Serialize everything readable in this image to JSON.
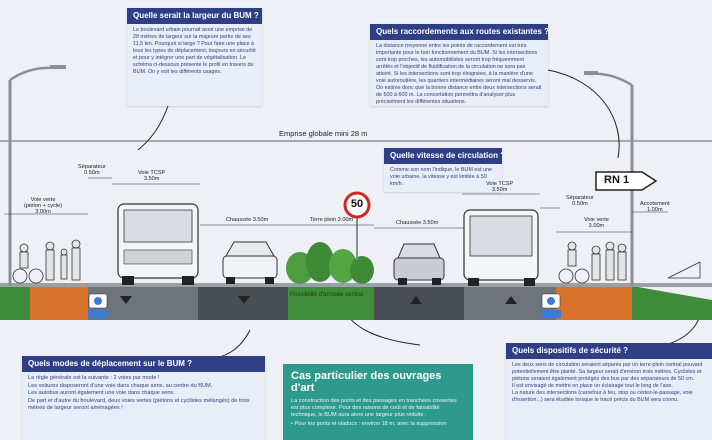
{
  "boxes": {
    "largeur": {
      "title": "Quelle serait la largeur du BUM ?",
      "text": "Le boulevard urbain pourrait avoir une emprise de 28 mètres de largeur sur la majeure partie de ses 11,5 km. Pourquoi si large ? Pour faire une place à tous les types de déplacement, toujours en sécurité et pour y intégrer une part de végétalisation. Le schéma ci-dessous présente le profil en travers du BUM. On y voit les différents usages."
    },
    "raccordements": {
      "title": "Quels raccordements aux routes existantes ?",
      "text": "La distance moyenne entre les points de raccordement est très importante pour le bon fonctionnement du BUM. Si les intersections sont trop proches, les automobilistes seront trop fréquemment arrêtés et l'objectif de fluidification de la circulation ne sera pas atteint. Si les intersections sont trop éloignées, à la manière d'une voie autoroutière, les quartiers intermédiaires seront mal desservis. On estime donc que la bonne distance entre deux intersections serait de 500 à 600 m. La concertation permettra d'analyser plus précisément les différentes situations."
    },
    "vitesse": {
      "title": "Quelle vitesse de circulation ?",
      "text": "Comme son nom l'indique, le BUM est une voie urbaine, la vitesse y est limitée à 50 km/h."
    },
    "modes": {
      "title": "Quels modes de déplacement sur le BUM ?",
      "lines": [
        "La règle générale est la suivante : 2 voies par mode !",
        "Les voitures disposeront d'une voie dans chaque sens, au centre du BUM.",
        "Les autobus auront également une voie dans chaque sens.",
        "De part et d'autre du boulevard, deux voies vertes (piétons et cyclistes mélangés) de trois mètres de largeur seront aménagées !"
      ]
    },
    "securite": {
      "title": "Quels dispositifs de sécurité ?",
      "lines": [
        "Les deux sens de circulation seraient séparés par un terre-plein central pouvant potentiellement être planté. Sa largeur serait d'environ trois mètres. Cyclistes et piétons seraient également protégés des bus par des séparateurs de 50 cm.",
        "Il est envisagé de mettre en place un éclairage tout le long de l'axe.",
        "La nature des intersections (carrefour à feu, stop ou cédez-le-passage, voie d'insertion...) sera étudiée lorsque le tracé précis du BUM sera connu."
      ]
    },
    "ouvrages": {
      "title": "Cas particulier des ouvrages d'art",
      "text": "La construction des ponts et des passages en tranchées couvertes est plus complexe. Pour des raisons de coût et de faisabilité technique, le BUM aura alors une largeur plus réduite :",
      "bullet": "• Pour les ponts et viaducs : environ 18 m, avec la suppression"
    }
  },
  "diagram": {
    "emprise": "Emprise globale mini 28 m",
    "rn1": "RN 1",
    "speed": "50",
    "terre_plein_note": "Possibilité d'arrosée central",
    "labels": {
      "separateur_left": [
        "Séparateur",
        "0.50m"
      ],
      "voie_tcsp_left": [
        "Voie TCSP",
        "3.50m"
      ],
      "voie_verte_left": [
        "Voie verte",
        "(piéton + cycle)",
        "3.00m"
      ],
      "chaussee_left": "Chaussée 3.50m",
      "terre_plein": "Terre plein 3.00m",
      "chaussee_right": "Chaussée 3.50m",
      "voie_tcsp_right": [
        "Voie TCSP",
        "3.50m"
      ],
      "separateur_right": [
        "Séparateur",
        "0.50m"
      ],
      "voie_verte_right": [
        "Voie verte",
        "3.00m"
      ],
      "accotement": [
        "Accotement",
        "1.00m"
      ]
    }
  }
}
